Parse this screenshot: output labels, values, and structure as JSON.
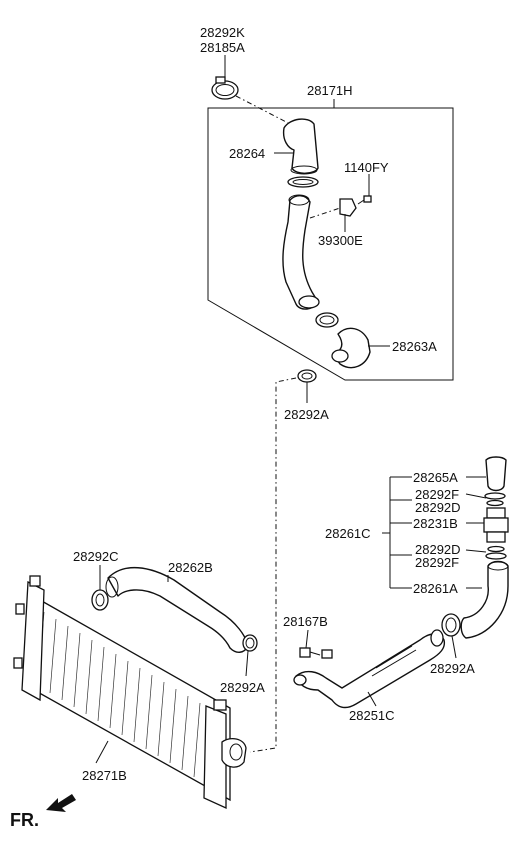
{
  "labels": {
    "p28292K": "28292K",
    "p28185A": "28185A",
    "p28171H": "28171H",
    "p28264": "28264",
    "p1140FY": "1140FY",
    "p39300E": "39300E",
    "p28263A": "28263A",
    "p28292A_top": "28292A",
    "p28265A": "28265A",
    "p28292F_a": "28292F",
    "p28292D_a": "28292D",
    "p28261C": "28261C",
    "p28231B": "28231B",
    "p28292D_b": "28292D",
    "p28292F_b": "28292F",
    "p28261A": "28261A",
    "p28292C": "28292C",
    "p28262B": "28262B",
    "p28167B": "28167B",
    "p28292A_mid": "28292A",
    "p28292A_right": "28292A",
    "p28251C": "28251C",
    "p28271B": "28271B"
  },
  "direction": {
    "front": "FR."
  }
}
